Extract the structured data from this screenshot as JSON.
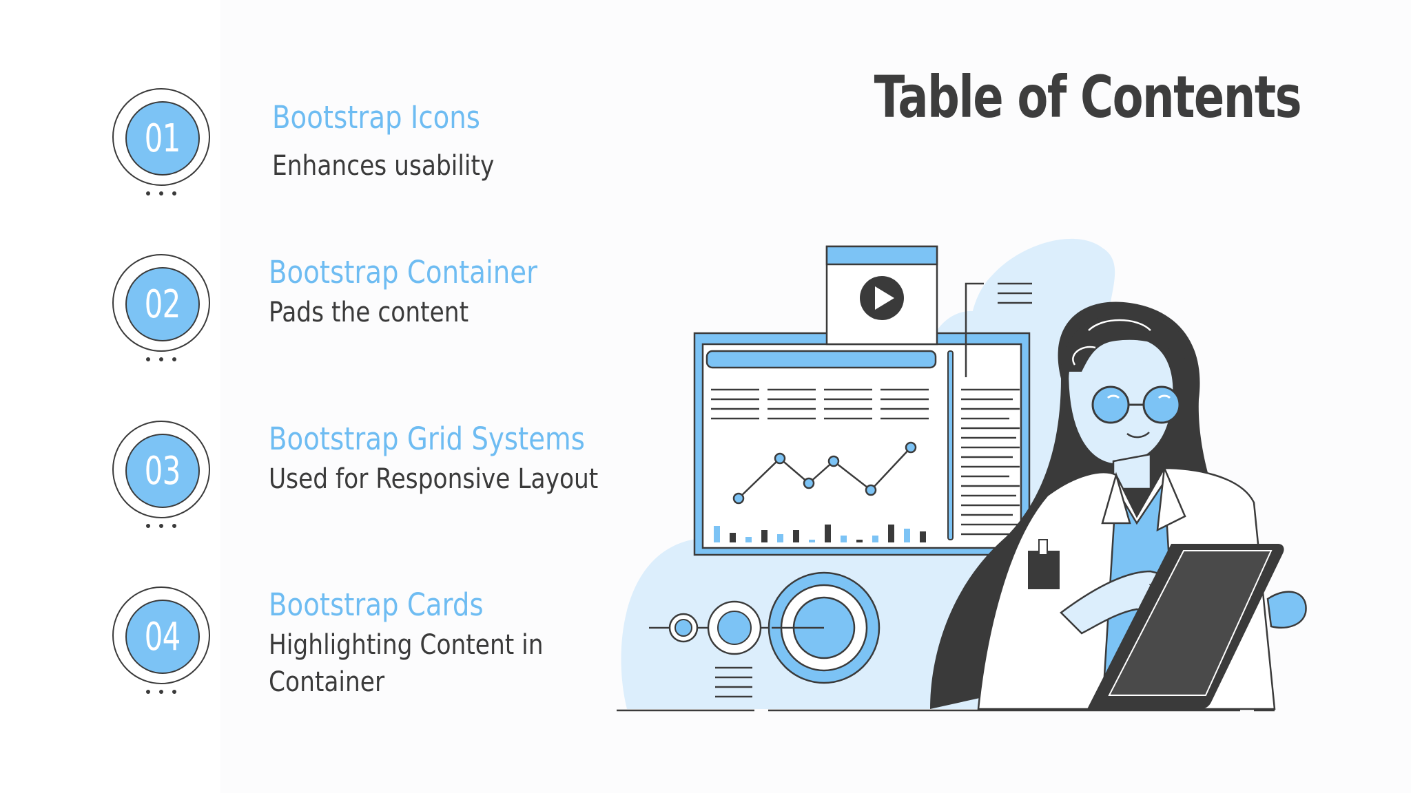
{
  "title": "Table of Contents",
  "items": [
    {
      "number": "01",
      "title": "Bootstrap Icons",
      "description": "Enhances usability"
    },
    {
      "number": "02",
      "title": "Bootstrap Container",
      "description": "Pads the content"
    },
    {
      "number": "03",
      "title": "Bootstrap Grid Systems",
      "description": "Used for Responsive Layout"
    },
    {
      "number": "04",
      "title": "Bootstrap Cards",
      "description": "Highlighting Content in\nContainer"
    }
  ],
  "colors": {
    "accent": "#6ebcf2",
    "badge_fill": "#7cc3f5",
    "text_dark": "#3a3a3a",
    "light_blue": "#d3ebfc"
  },
  "illustration": {
    "name": "woman-with-tablet-dashboard-illustration",
    "icons": [
      "play-icon",
      "line-chart",
      "bar-chart",
      "target-icon",
      "tablet-icon"
    ]
  }
}
